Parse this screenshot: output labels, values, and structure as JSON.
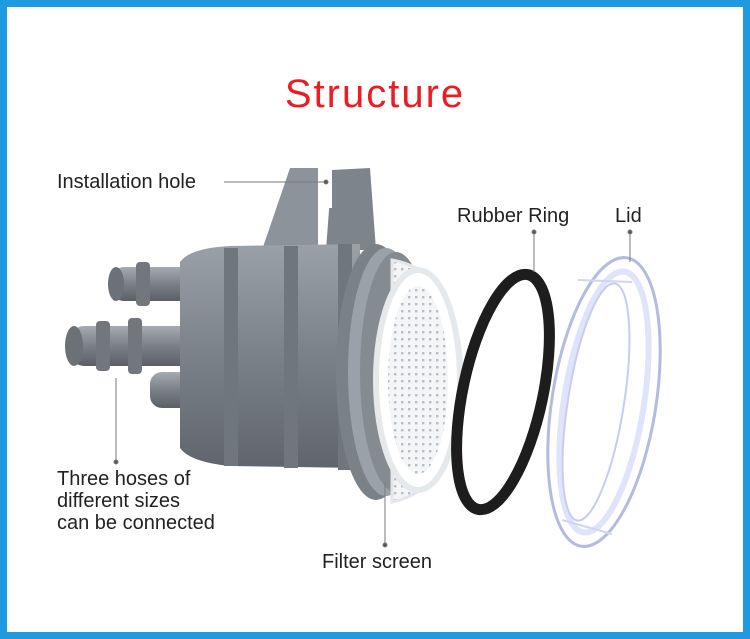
{
  "title": "Structure",
  "labels": {
    "installation_hole": "Installation hole",
    "rubber_ring": "Rubber Ring",
    "lid": "Lid",
    "three_hoses": [
      "Three hoses of",
      "different sizes",
      "can be connected"
    ],
    "filter_screen": "Filter screen"
  },
  "colors": {
    "border": "#1e9be0",
    "title": "#ec1c24",
    "housing": "#8a9097",
    "ring": "#1d1d1d",
    "filter": "#f4f6f8"
  }
}
